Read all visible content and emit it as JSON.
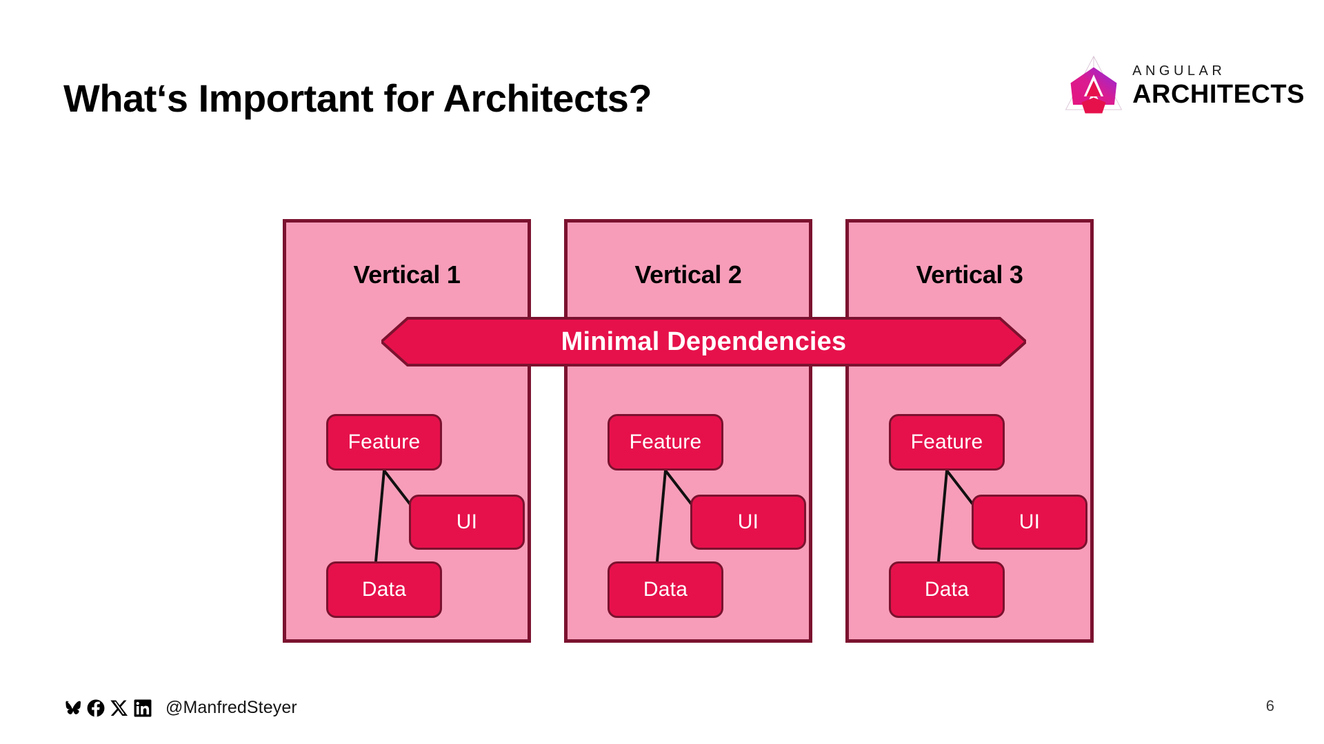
{
  "slide": {
    "title": "What‘s Important for Architects?",
    "page_number": "6",
    "background_color": "#FFFFFF"
  },
  "logo": {
    "mark_name": "angular-architects-a-shield",
    "line1": "ANGULAR",
    "line2": "ARCHITECTS",
    "gradient_from": "#E5157F",
    "gradient_to": "#8B2BE2",
    "accent": "#E6114B"
  },
  "diagram": {
    "type": "vertical-slices",
    "colors": {
      "column_fill": "#F79DB9",
      "column_border": "#7B122F",
      "node_fill": "#E6114B",
      "node_border": "#7B122F",
      "node_text": "#FFFFFF",
      "connector": "#111111",
      "banner_fill": "#E6114B",
      "banner_border": "#7B122F",
      "banner_text": "#FFFFFF"
    },
    "banner": {
      "label": "Minimal Dependencies",
      "shape": "double-headed-arrow"
    },
    "columns": [
      {
        "title": "Vertical 1",
        "nodes": [
          {
            "id": "feature",
            "label": "Feature"
          },
          {
            "id": "ui",
            "label": "UI"
          },
          {
            "id": "data",
            "label": "Data"
          }
        ],
        "edges": [
          {
            "from": "feature",
            "to": "data"
          },
          {
            "from": "feature",
            "to": "ui"
          }
        ]
      },
      {
        "title": "Vertical 2",
        "nodes": [
          {
            "id": "feature",
            "label": "Feature"
          },
          {
            "id": "ui",
            "label": "UI"
          },
          {
            "id": "data",
            "label": "Data"
          }
        ],
        "edges": [
          {
            "from": "feature",
            "to": "data"
          },
          {
            "from": "feature",
            "to": "ui"
          }
        ]
      },
      {
        "title": "Vertical 3",
        "nodes": [
          {
            "id": "feature",
            "label": "Feature"
          },
          {
            "id": "ui",
            "label": "UI"
          },
          {
            "id": "data",
            "label": "Data"
          }
        ],
        "edges": [
          {
            "from": "feature",
            "to": "data"
          },
          {
            "from": "feature",
            "to": "ui"
          }
        ]
      }
    ]
  },
  "footer": {
    "handle": "@ManfredSteyer",
    "icons": [
      {
        "name": "bluesky-icon"
      },
      {
        "name": "facebook-icon"
      },
      {
        "name": "x-twitter-icon"
      },
      {
        "name": "linkedin-icon"
      }
    ]
  }
}
